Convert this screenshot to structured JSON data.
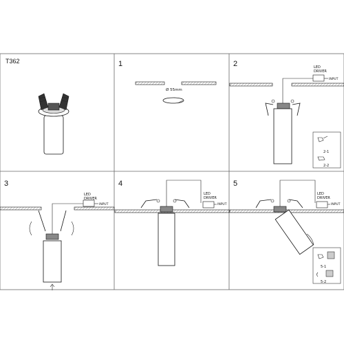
{
  "product_code": "T362",
  "steps": [
    {
      "number": "1",
      "cutout_label": "Ø 55mm"
    },
    {
      "number": "2",
      "driver_label": [
        "LED",
        "DRIVER"
      ],
      "input_label": "INPUT",
      "detail_labels": [
        "2-1",
        "2-2"
      ]
    },
    {
      "number": "3",
      "driver_label": [
        "LED",
        "DRIVER"
      ],
      "input_label": "INPUT"
    },
    {
      "number": "4",
      "driver_label": [
        "LED",
        "DRIVER"
      ],
      "input_label": "INPUT"
    },
    {
      "number": "5",
      "driver_label": [
        "LED",
        "DRIVER"
      ],
      "input_label": "INPUT",
      "detail_labels": [
        "5-1",
        "5-2"
      ]
    }
  ],
  "colors": {
    "line": "#111111",
    "panel_border": "#555555",
    "background": "#ffffff"
  }
}
